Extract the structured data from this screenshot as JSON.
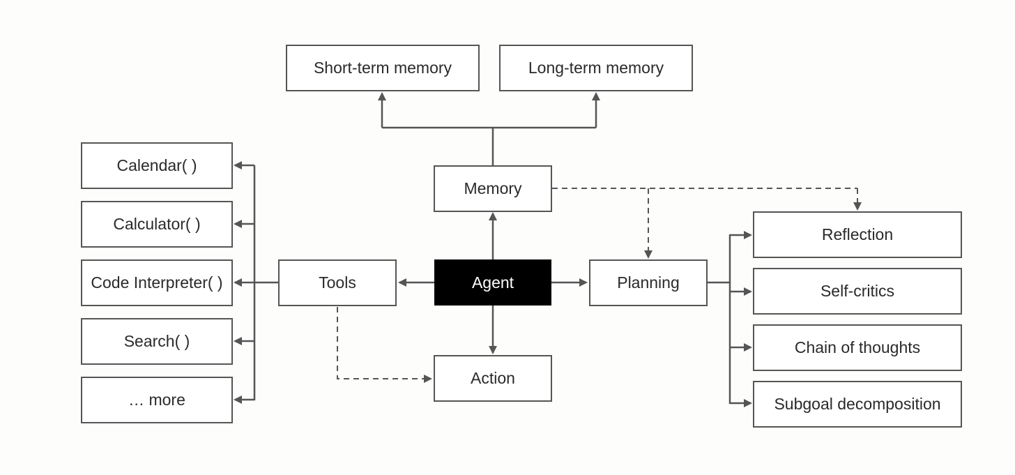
{
  "diagram": {
    "center": "Agent",
    "memory": {
      "label": "Memory",
      "children": [
        "Short-term memory",
        "Long-term memory"
      ]
    },
    "tools": {
      "label": "Tools",
      "children": [
        "Calendar( )",
        "Calculator( )",
        "Code Interpreter( )",
        "Search( )",
        "… more"
      ]
    },
    "planning": {
      "label": "Planning",
      "children": [
        "Reflection",
        "Self-critics",
        "Chain of thoughts",
        "Subgoal decomposition"
      ]
    },
    "action": "Action"
  },
  "colors": {
    "line": "#555555",
    "node_border": "#555555",
    "agent_fill": "#000000",
    "agent_text": "#ffffff",
    "text": "#2a2a2a"
  }
}
